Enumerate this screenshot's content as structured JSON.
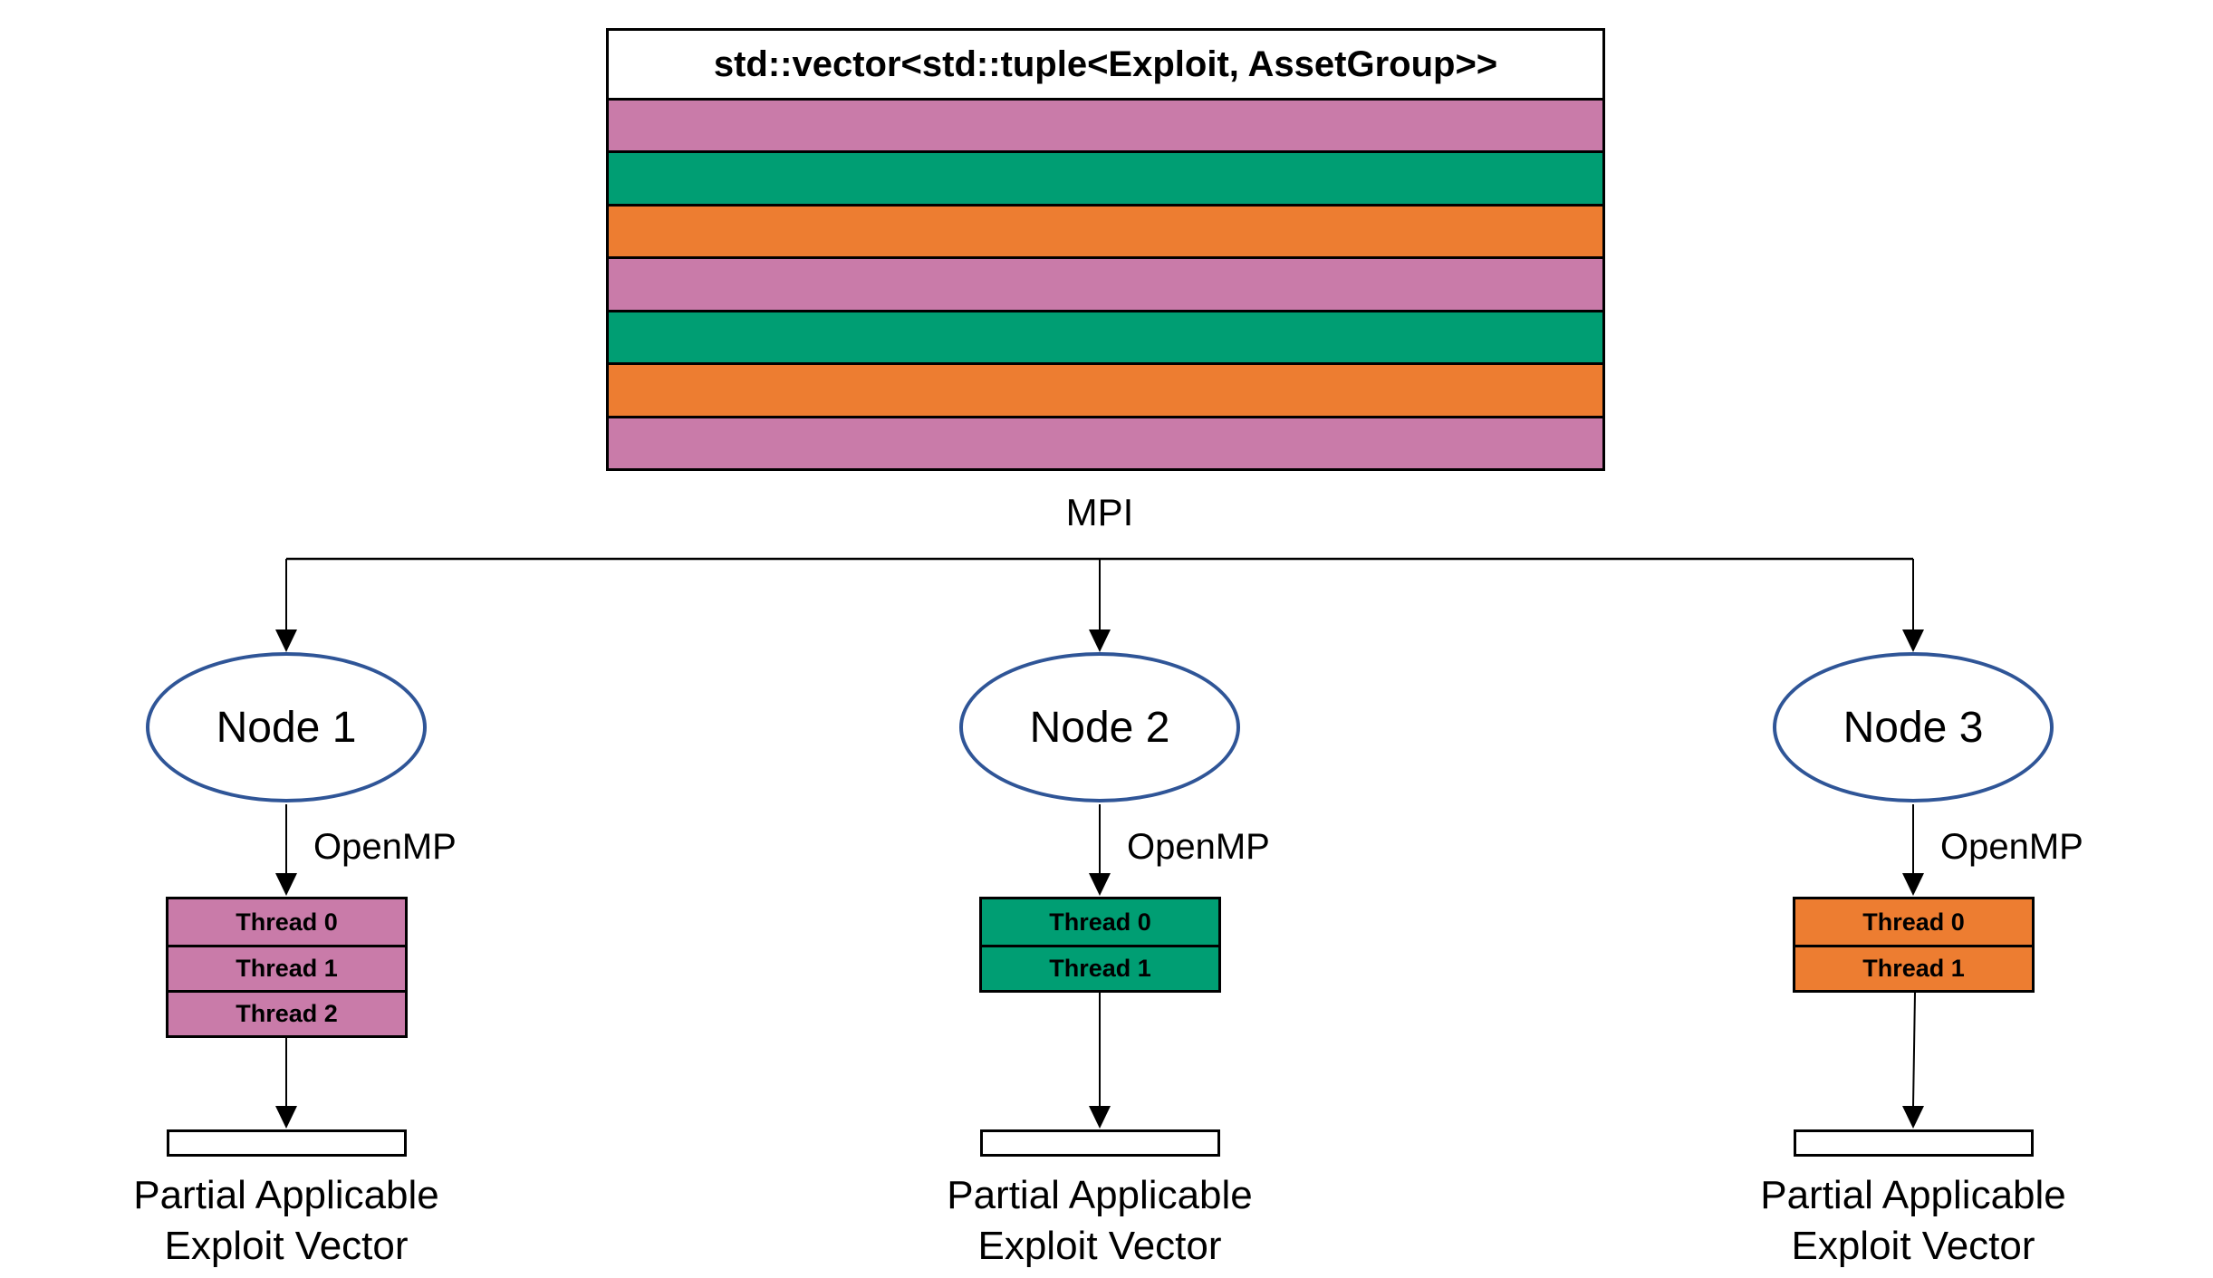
{
  "diagram": {
    "colors": {
      "pink": "#C97BA9",
      "green": "#009E73",
      "orange": "#ED7D31",
      "node_stroke": "#2F5597",
      "connector": "#000000"
    },
    "vector_box": {
      "title": "std::vector<std::tuple<Exploit, AssetGroup>>",
      "stripes": [
        "pink",
        "green",
        "orange",
        "pink",
        "green",
        "orange",
        "pink"
      ]
    },
    "mpi_label": "MPI",
    "openmp_label": "OpenMP",
    "partial_caption": {
      "line1": "Partial Applicable",
      "line2": "Exploit Vector"
    },
    "nodes": [
      {
        "label": "Node 1",
        "color": "pink",
        "threads": [
          "Thread 0",
          "Thread 1",
          "Thread 2"
        ]
      },
      {
        "label": "Node 2",
        "color": "green",
        "threads": [
          "Thread 0",
          "Thread 1"
        ]
      },
      {
        "label": "Node 3",
        "color": "orange",
        "threads": [
          "Thread 0",
          "Thread 1"
        ]
      }
    ]
  }
}
